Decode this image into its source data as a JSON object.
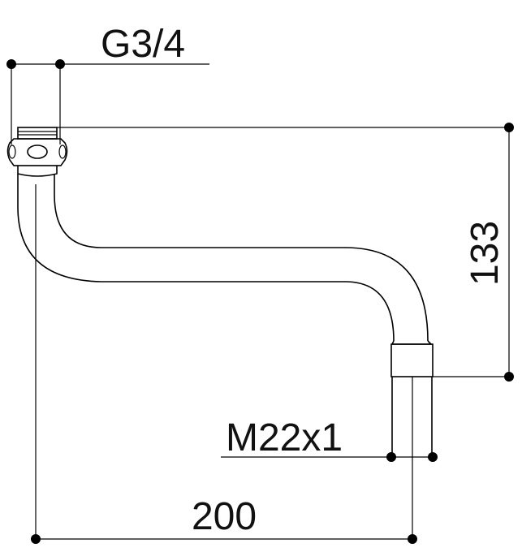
{
  "dimensions": {
    "thread_inlet": "G3/4",
    "thread_outlet": "M22x1",
    "height": "133",
    "length": "200"
  },
  "colors": {
    "ink": "#000000",
    "background": "#ffffff"
  }
}
